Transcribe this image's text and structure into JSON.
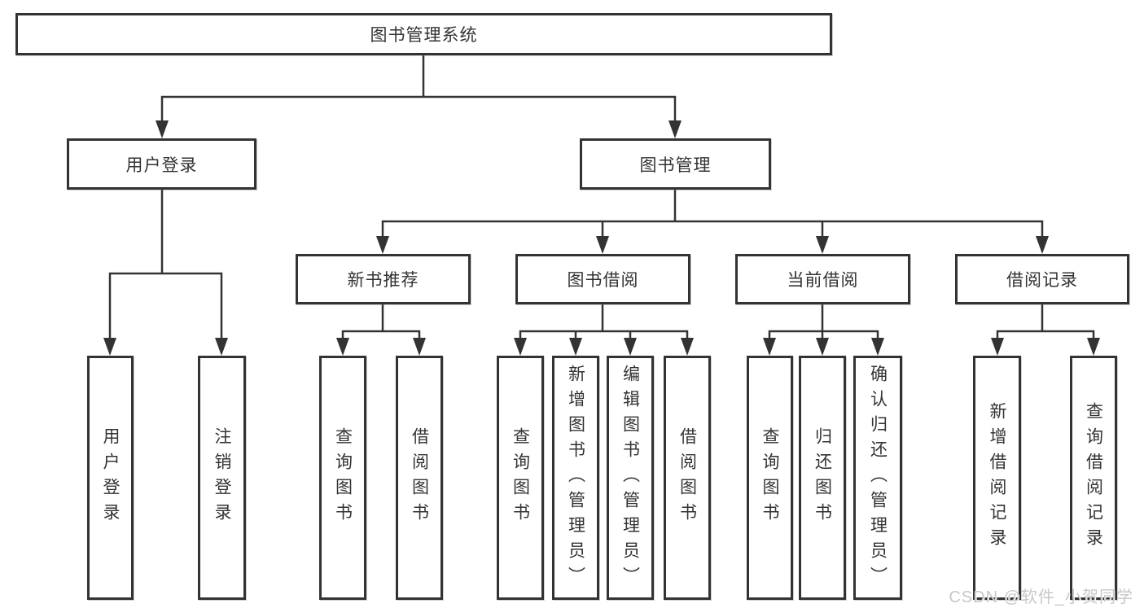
{
  "diagram": {
    "root": {
      "label": "图书管理系统"
    },
    "branches": [
      {
        "label": "用户登录",
        "children": [
          {
            "label": "用户登录"
          },
          {
            "label": "注销登录"
          }
        ]
      },
      {
        "label": "图书管理",
        "groups": [
          {
            "label": "新书推荐",
            "children": [
              {
                "label": "查询图书"
              },
              {
                "label": "借阅图书"
              }
            ]
          },
          {
            "label": "图书借阅",
            "children": [
              {
                "label": "查询图书"
              },
              {
                "label": "新增图书（管理员）"
              },
              {
                "label": "编辑图书（管理员）"
              },
              {
                "label": "借阅图书"
              }
            ]
          },
          {
            "label": "当前借阅",
            "children": [
              {
                "label": "查询图书"
              },
              {
                "label": "归还图书"
              },
              {
                "label": "确认归还（管理员）"
              }
            ]
          },
          {
            "label": "借阅记录",
            "children": [
              {
                "label": "新增借阅记录"
              },
              {
                "label": "查询借阅记录"
              }
            ]
          }
        ]
      }
    ]
  },
  "watermark": {
    "text": "CSDN @软件_小贺同学"
  },
  "colors": {
    "line": "#333333",
    "box_border": "#333333",
    "text": "#333333",
    "background": "#ffffff",
    "watermark": "#c7c7c7"
  }
}
